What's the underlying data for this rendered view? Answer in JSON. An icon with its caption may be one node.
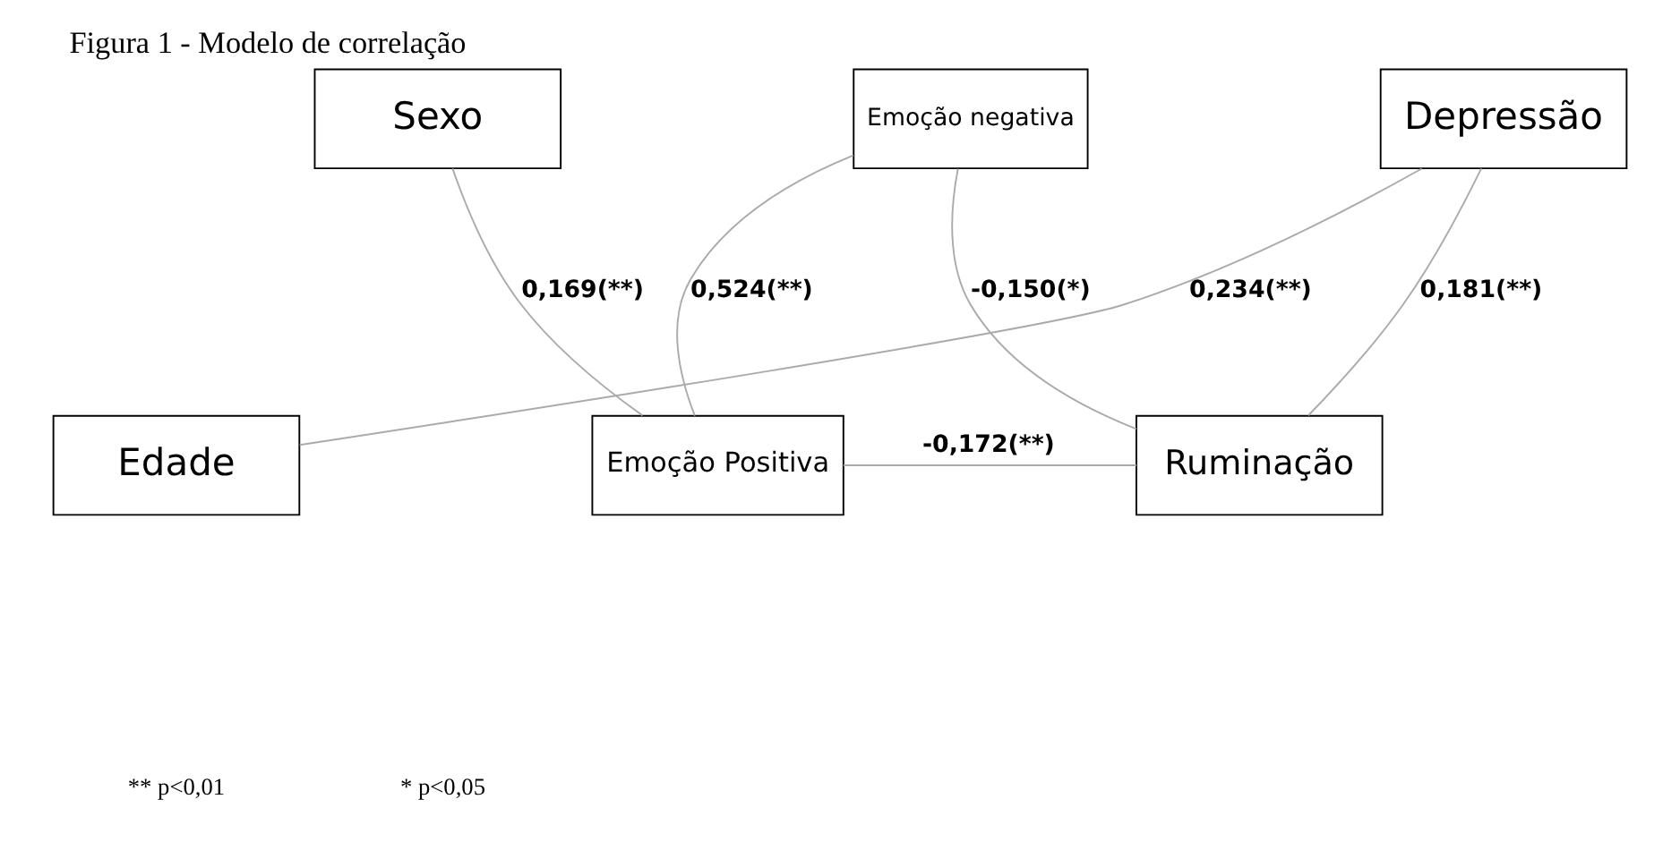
{
  "diagram": {
    "title": "Figura 1 - Modelo de correlação",
    "nodes": [
      {
        "text": [
          "Sexo"
        ]
      },
      {
        "text": [
          "Emoção negativa"
        ]
      },
      {
        "text": [
          "Depressão"
        ]
      },
      {
        "text": [
          "Edade"
        ]
      },
      {
        "text": [
          "Emoção Positiva"
        ]
      },
      {
        "text": [
          "Ruminação"
        ]
      }
    ],
    "edges": [
      {
        "from": 0,
        "to": 4,
        "arrow": "none",
        "label": "0,169(**)"
      },
      {
        "from": 3,
        "to": 2,
        "arrow": "none",
        "label": "0,234(**)"
      },
      {
        "from": 1,
        "to": 4,
        "arrow": "none",
        "label": "0,524(**)"
      },
      {
        "from": 1,
        "to": 5,
        "arrow": "none",
        "label": "-0,150(*)"
      },
      {
        "from": 2,
        "to": 5,
        "arrow": "none",
        "label": "0,181(**)"
      },
      {
        "from": 4,
        "to": 5,
        "arrow": "none",
        "label": "-0,172(**)"
      }
    ],
    "labels": [
      "** p<0,01",
      "* p<0,05"
    ]
  }
}
